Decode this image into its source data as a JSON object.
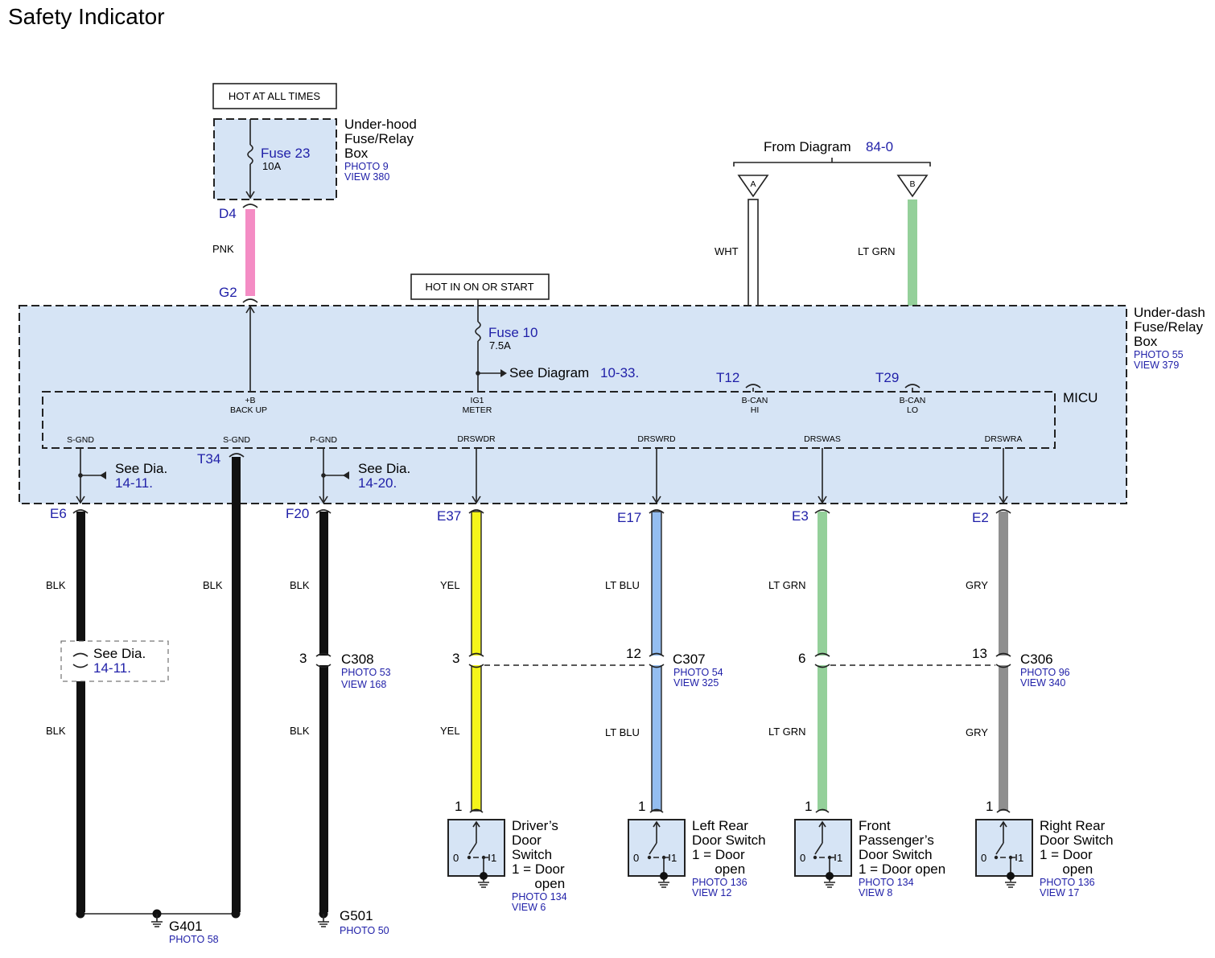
{
  "title": "Safety Indicator",
  "hot_labels": {
    "always": "HOT AT ALL TIMES",
    "on_start": "HOT IN ON OR START"
  },
  "underhood_box": {
    "name_lines": [
      "Under-hood",
      "Fuse/Relay",
      "Box"
    ],
    "photo": "PHOTO 9",
    "view": "VIEW 380",
    "fuse_name": "Fuse 23",
    "fuse_rating": "10A",
    "out_connector": "D4"
  },
  "underdash_box": {
    "name_lines": [
      "Under-dash",
      "Fuse/Relay",
      "Box"
    ],
    "photo": "PHOTO 55",
    "view": "VIEW 379",
    "fuse_name": "Fuse 10",
    "fuse_rating": "7.5A",
    "see_prefix": "See  Diagram ",
    "see_ref": "10-33."
  },
  "micu": {
    "name": "MICU",
    "top_pins": [
      {
        "l1": "+B",
        "l2": "BACK UP"
      },
      {
        "l1": "IG1",
        "l2": "METER"
      },
      {
        "l1": "B-CAN",
        "l2": "HI"
      },
      {
        "l1": "B-CAN",
        "l2": "LO"
      }
    ],
    "bottom_pins": [
      "S-GND",
      "S-GND",
      "P-GND",
      "DRSWDR",
      "DRSWRD",
      "DRSWAS",
      "DRSWRA"
    ]
  },
  "from_diagram": {
    "text": "From Diagram",
    "ref": "84-0",
    "connectors": [
      "A",
      "B"
    ]
  },
  "wires": {
    "pnk": "PNK",
    "wht": "WHT",
    "ltgrn_top": "LT GRN",
    "blk": "BLK",
    "yel": "YEL",
    "ltblu": "LT BLU",
    "ltgrn": "LT GRN",
    "gry": "GRY"
  },
  "connector_labels": {
    "g2": "G2",
    "t12": "T12",
    "t29": "T29",
    "t34": "T34",
    "e6": "E6",
    "f20": "F20",
    "e37": "E37",
    "e17": "E17",
    "e3": "E3",
    "e2": "E2"
  },
  "see_dia": [
    {
      "text": "See  Dia.",
      "ref": "14-11."
    },
    {
      "text": "See  Dia.",
      "ref": "14-20."
    },
    {
      "text": "See  Dia.",
      "ref": "14-11."
    }
  ],
  "inline_connectors": [
    {
      "name": "C308",
      "photo": "PHOTO 53",
      "view": "VIEW 168",
      "pin": "3"
    },
    {
      "name": "C307",
      "photo": "PHOTO 54",
      "view": "VIEW 325",
      "pin_a": "3",
      "pin_b": "12"
    },
    {
      "name": "C306",
      "photo": "PHOTO 96",
      "view": "VIEW 340",
      "pin_a": "6",
      "pin_b": "13"
    }
  ],
  "switches": [
    {
      "lines": [
        "Driver’s",
        "Door",
        "Switch",
        "1 = Door",
        "      open"
      ],
      "photo": "PHOTO 134",
      "view": "VIEW 6",
      "pin": "1"
    },
    {
      "lines": [
        "Left Rear",
        "Door Switch",
        "1 = Door",
        "      open"
      ],
      "photo": "PHOTO 136",
      "view": "VIEW 12",
      "pin": "1"
    },
    {
      "lines": [
        "Front",
        "Passenger’s",
        "Door Switch",
        "1 = Door open"
      ],
      "photo": "PHOTO 134",
      "view": "VIEW 8",
      "pin": "1"
    },
    {
      "lines": [
        "Right Rear",
        "Door Switch",
        "1 = Door",
        "      open"
      ],
      "photo": "PHOTO 136",
      "view": "VIEW 17",
      "pin": "1"
    }
  ],
  "switch_positions": {
    "zero": "0",
    "one": "1"
  },
  "grounds": [
    {
      "name": "G401",
      "photo": "PHOTO 58"
    },
    {
      "name": "G501",
      "photo": "PHOTO 50"
    }
  ],
  "colors": {
    "pink": "#f48cc4",
    "yellow": "#f5f51a",
    "lt_blue": "#94bdf0",
    "lt_green": "#94d09a",
    "gray": "#8f8f8f",
    "black": "#111111",
    "box_fill": "#d6e4f5"
  }
}
